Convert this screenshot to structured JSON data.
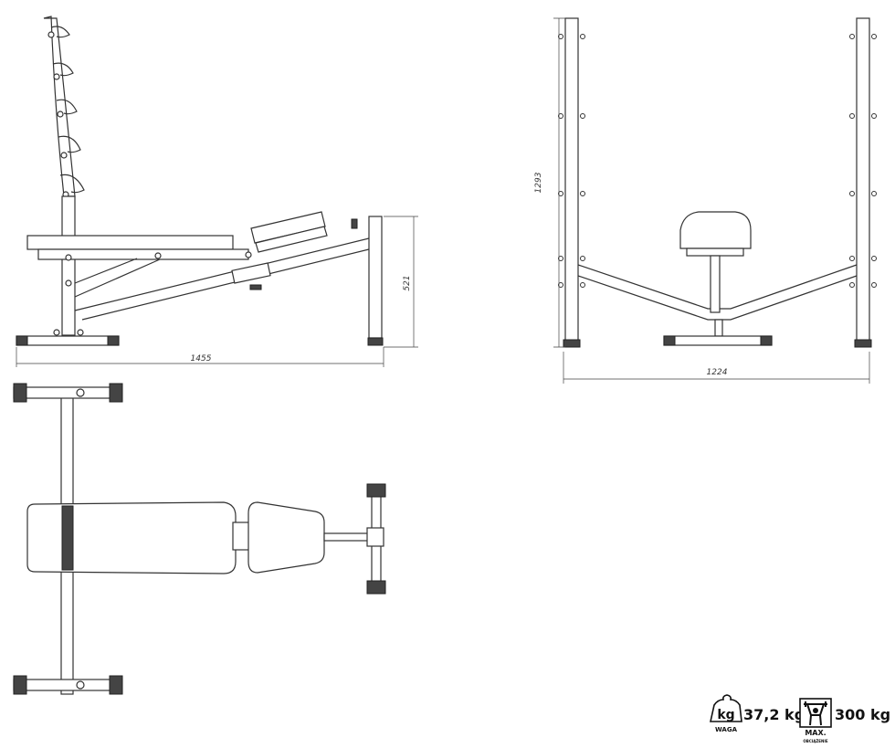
{
  "dimensions": {
    "side_length": "1455",
    "side_height": "521",
    "front_height": "1293",
    "front_width": "1224"
  },
  "specs": {
    "weight_icon_label": "kg",
    "weight_value": "37,2 kg",
    "weight_caption": "WAGA",
    "max_load_value": "300 kg",
    "max_caption": "MAX.",
    "max_subcaption": "OBCIĄŻENIE"
  },
  "icons": [
    "weight-icon",
    "weightlifter-icon"
  ]
}
